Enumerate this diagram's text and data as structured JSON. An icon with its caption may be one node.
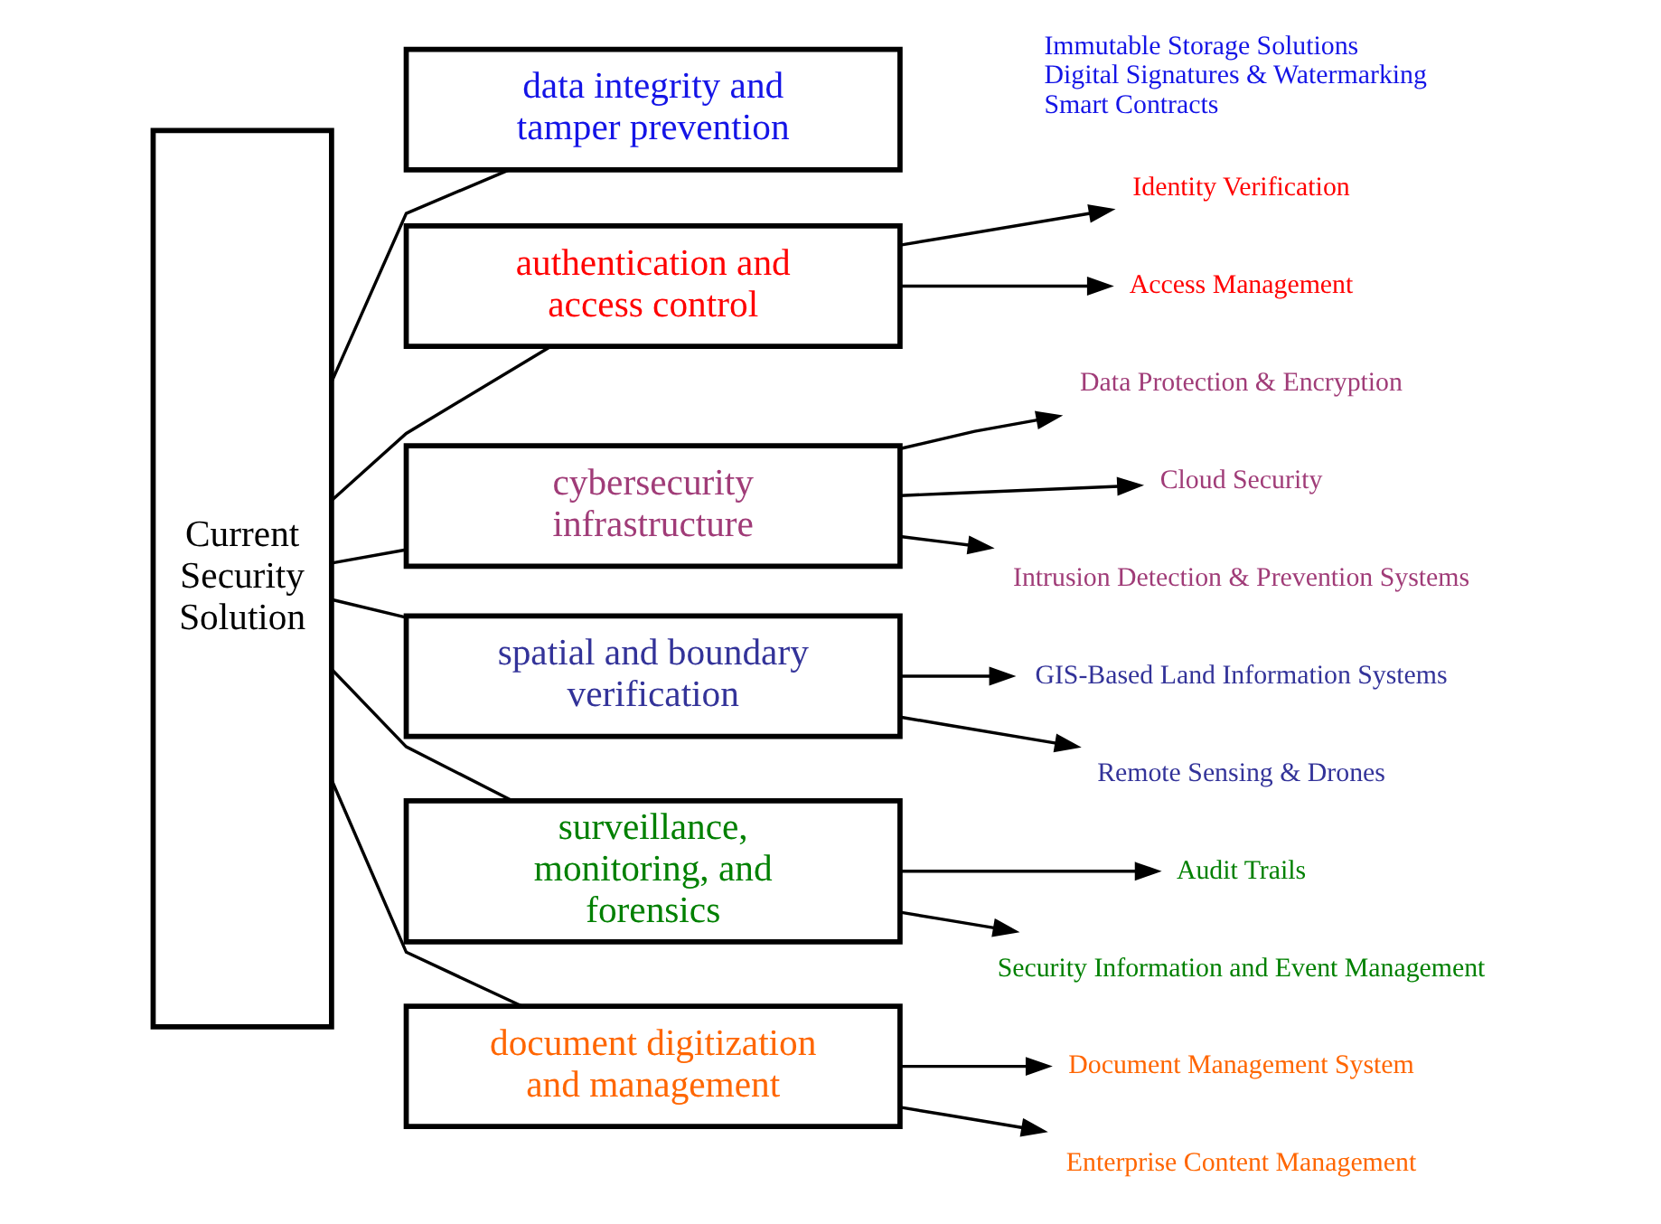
{
  "diagram": {
    "nodes": [
      {
        "text": [
          "Current Security Solution"
        ]
      },
      {
        "text": [
          "data integrity and tamper prevention"
        ],
        "beside": [
          "Immutable Storage Solutions",
          "Digital Signatures & Watermarking",
          "Smart Contracts"
        ]
      },
      {
        "text": [
          "authentication and access control"
        ]
      },
      {
        "text": [
          "Identity Verification"
        ]
      },
      {
        "text": [
          "Access Management"
        ]
      },
      {
        "text": [
          "cybersecurity infrastructure"
        ]
      },
      {
        "text": [
          "Data Protection & Encryption"
        ]
      },
      {
        "text": [
          "Cloud Security"
        ]
      },
      {
        "text": [
          "Intrusion Detection & Prevention Systems"
        ]
      },
      {
        "text": [
          "spatial and boundary verification"
        ]
      },
      {
        "text": [
          "GIS-Based Land Information Systems"
        ]
      },
      {
        "text": [
          "Remote Sensing & Drones"
        ]
      },
      {
        "text": [
          "surveillance, monitoring, and forensics"
        ]
      },
      {
        "text": [
          "Audit Trails"
        ]
      },
      {
        "text": [
          "Security Information and Event Management"
        ]
      },
      {
        "text": [
          "document digitization and management"
        ]
      },
      {
        "text": [
          "Document Management System"
        ]
      },
      {
        "text": [
          "Enterprise Content Management"
        ]
      }
    ],
    "edges": [
      {
        "from": 0,
        "to": 1,
        "arrow": "none"
      },
      {
        "from": 0,
        "to": 2,
        "arrow": "none"
      },
      {
        "from": 0,
        "to": 5,
        "arrow": "none"
      },
      {
        "from": 0,
        "to": 9,
        "arrow": "none"
      },
      {
        "from": 0,
        "to": 12,
        "arrow": "none"
      },
      {
        "from": 0,
        "to": 15,
        "arrow": "none"
      },
      {
        "from": 2,
        "to": 3,
        "arrow": "to"
      },
      {
        "from": 2,
        "to": 4,
        "arrow": "to"
      },
      {
        "from": 5,
        "to": 6,
        "arrow": "to"
      },
      {
        "from": 5,
        "to": 7,
        "arrow": "to"
      },
      {
        "from": 5,
        "to": 8,
        "arrow": "to"
      },
      {
        "from": 9,
        "to": 10,
        "arrow": "to"
      },
      {
        "from": 9,
        "to": 11,
        "arrow": "to"
      },
      {
        "from": 12,
        "to": 13,
        "arrow": "to"
      },
      {
        "from": 12,
        "to": 14,
        "arrow": "to"
      },
      {
        "from": 15,
        "to": 16,
        "arrow": "to"
      },
      {
        "from": 15,
        "to": 17,
        "arrow": "to"
      }
    ]
  }
}
